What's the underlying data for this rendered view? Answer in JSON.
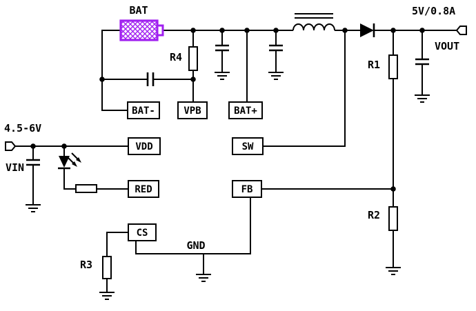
{
  "labels": {
    "bat": "BAT",
    "out_spec": "5V/0.8A",
    "vout": "VOUT",
    "in_spec": "4.5-6V",
    "vin": "VIN",
    "gnd": "GND",
    "r1": "R1",
    "r2": "R2",
    "r3": "R3",
    "r4": "R4"
  },
  "pins": {
    "batminus": "BAT-",
    "vpb": "VPB",
    "batplus": "BAT+",
    "vdd": "VDD",
    "sw": "SW",
    "red": "RED",
    "fb": "FB",
    "cs": "CS"
  },
  "colors": {
    "battery": "#A020F0",
    "wire": "#000000",
    "background": "#FFFFFF"
  }
}
